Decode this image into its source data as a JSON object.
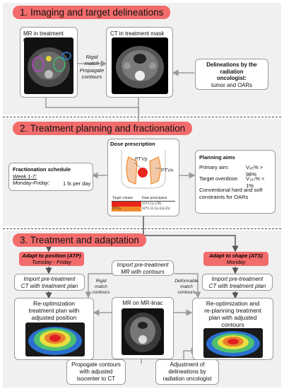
{
  "sections": {
    "imaging": {
      "title": "1. Imaging and target delineations"
    },
    "planning": {
      "title": "2. Treatment planning and fractionation"
    },
    "adaptation": {
      "title": "3. Treatment and adaptation"
    }
  },
  "imaging": {
    "mr_label": "MR in treatment mask",
    "ct_label": "CT in treatment mask",
    "arrow_line1": "Rigid",
    "arrow_line2": "match",
    "arrow_line3": "Propagate",
    "arrow_line4": "contours",
    "delineations_line1": "Delineations by the",
    "delineations_line2": "radiation",
    "delineations_line3": "oncologist:",
    "delineations_line4": "tumor and OARs"
  },
  "planning": {
    "dose_prescription_title": "Dose prescription",
    "ptv_p": "PTVp",
    "ptv_n": "PTVn",
    "table_head_target": "Target volume",
    "table_head_dose": "Dose prescription",
    "row1_target": "PTVp",
    "row1_dose": "35*2 Gy (70)",
    "row2_target": "PTVn",
    "row2_dose": "35*1.55 Gy (54.25)",
    "fractionation_title": "Fractionation schedule",
    "fractionation_week": "Week 1-7:",
    "fractionation_days": "Monday-Friday:",
    "fractionation_value": "1 fx per day",
    "aims_title": "Planning aims",
    "aims_primary_label": "Primary aim:",
    "aims_primary_value": "V₉₅% > 98%",
    "aims_target_label": "Target overdose:",
    "aims_target_value": "V₁₀₇% < 1%",
    "aims_constraints_line1": "Conventional hard and soft",
    "aims_constraints_line2": "constraints for OARs"
  },
  "adaptation": {
    "atp_title": "Adapt to position (ATP)",
    "atp_days": "Tuesday - Friday",
    "ats_title": "Adapt to shape (ATS)",
    "ats_days": "Monday",
    "import_mr_line1": "Import pre-treatment",
    "import_mr_line2": "MR with contours",
    "import_ct_left_line1": "Import pre-treatment",
    "import_ct_left_line2": "CT with treatment plan",
    "import_ct_right_line1": "Import pre-treatment",
    "import_ct_right_line2": "CT with treatment plan",
    "rigid_line1": "Rigid",
    "rigid_line2": "match",
    "rigid_line3": "contours",
    "deformable_line1": "Deformable",
    "deformable_line2": "match",
    "deformable_line3": "contours",
    "reopt_left_line1": "Re-optimization",
    "reopt_left_line2": "treatment plan with",
    "reopt_left_line3": "adjusted position",
    "reopt_right_line1": "Re-optimization and",
    "reopt_right_line2": "re-planning treatment",
    "reopt_right_line3": "plan with adjusted",
    "reopt_right_line4": "contours",
    "mr_linac_label": "MR on MR-linac",
    "propagate_line1": "Propogate contours",
    "propagate_line2": "with adjusted",
    "propagate_line3": "isocenter to CT",
    "adjust_line1": "Adjustment of",
    "adjust_line2": "delineations by",
    "adjust_line3": "radiation oncologist"
  },
  "colors": {
    "accent_red": "#f36c6c",
    "panel_gray": "#f0f0f0",
    "ptvp_red": "#e8261c",
    "ptvn_orange": "#f08a2a"
  }
}
